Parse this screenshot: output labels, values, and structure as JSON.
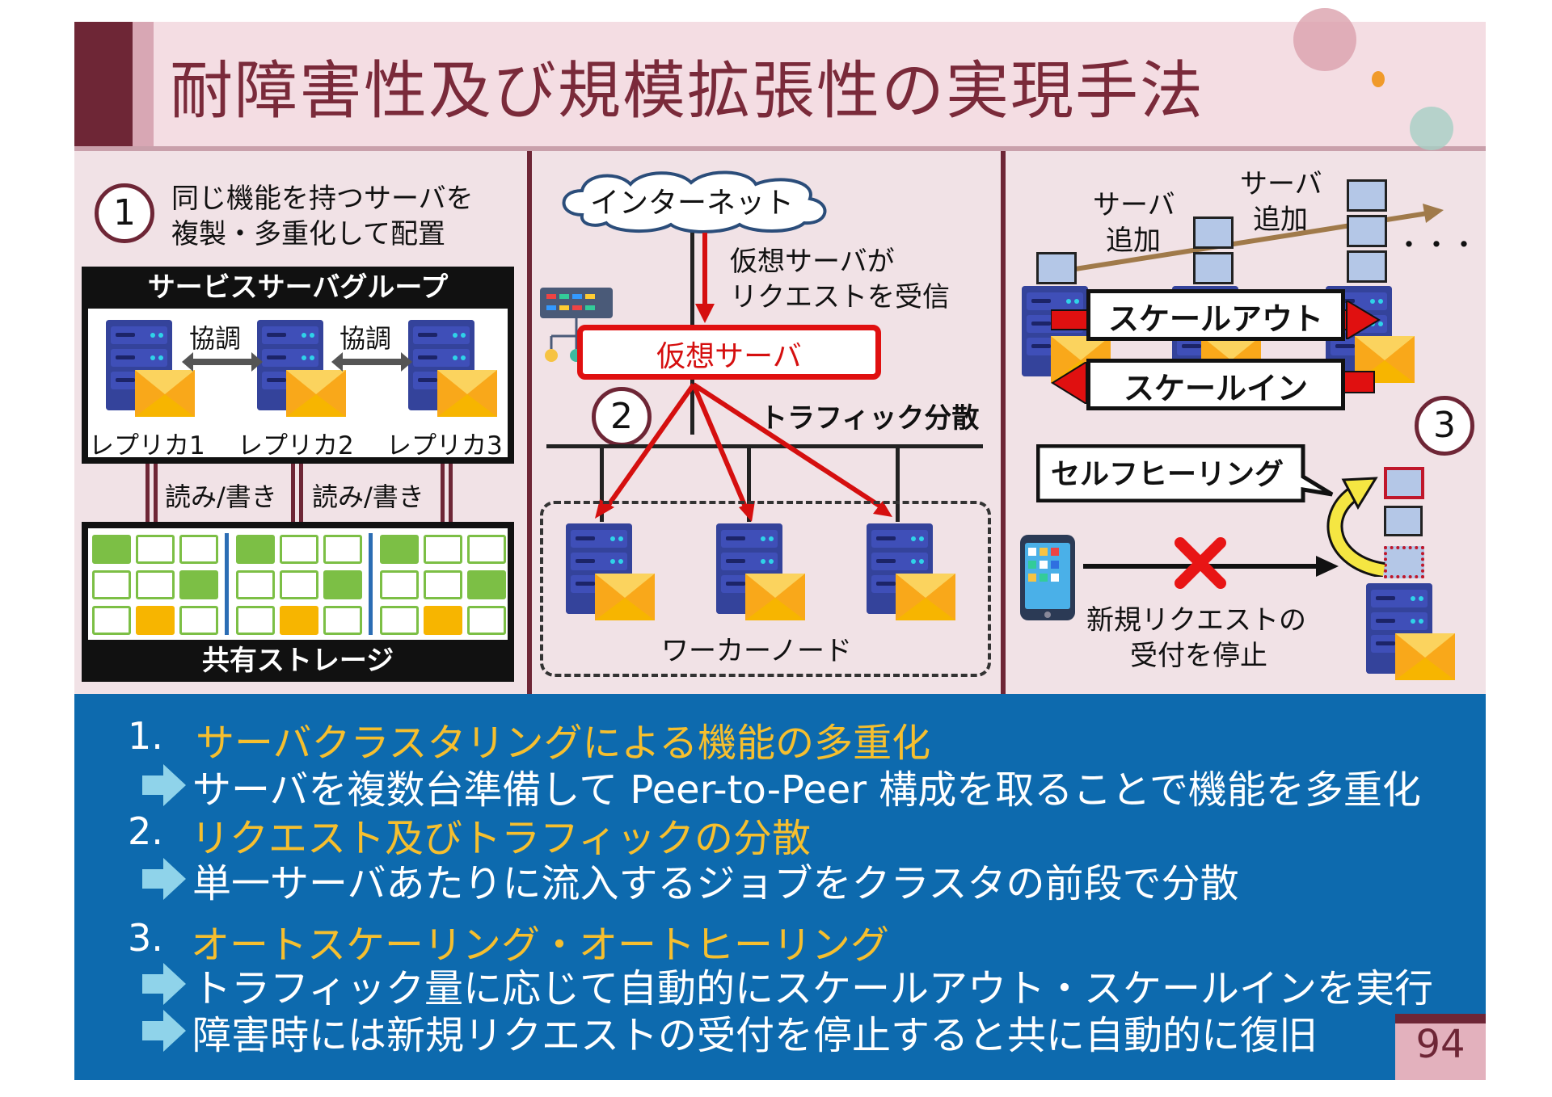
{
  "title": "耐障害性及び規模拡張性の実現手法",
  "page_number": "94",
  "colors": {
    "accent": "#6e2636",
    "panel_blue": "#0d6aae",
    "heading_yellow": "#f6bf2e",
    "red": "#d50f0f"
  },
  "panel1": {
    "number": "1",
    "desc_line1": "同じ機能を持つサーバを",
    "desc_line2": "複製・多重化して配置",
    "group_label": "サービスサーバグループ",
    "coop1": "協調",
    "coop2": "協調",
    "replicas": [
      "レプリカ1",
      "レプリカ2",
      "レプリカ3"
    ],
    "rw1": "読み/書き",
    "rw2": "読み/書き",
    "storage_label": "共有ストレージ"
  },
  "panel2": {
    "number": "2",
    "internet": "インターネット",
    "recv_line1": "仮想サーバが",
    "recv_line2": "リクエストを受信",
    "virtual_server": "仮想サーバ",
    "traffic": "トラフィック分散",
    "worker": "ワーカーノード"
  },
  "panel3": {
    "number": "3",
    "add1_line1": "サーバ",
    "add1_line2": "追加",
    "add2_line1": "サーバ",
    "add2_line2": "追加",
    "ellipsis": "・・・",
    "scale_out": "スケールアウト",
    "scale_in": "スケールイン",
    "self_heal": "セルフヒーリング",
    "stop_line1": "新規リクエストの",
    "stop_line2": "受付を停止"
  },
  "list": [
    {
      "num": "1.",
      "head": "サーバクラスタリングによる機能の多重化",
      "bodies": [
        "サーバを複数台準備して Peer-to-Peer 構成を取ることで機能を多重化"
      ]
    },
    {
      "num": "2.",
      "head": "リクエスト及びトラフィックの分散",
      "bodies": [
        "単一サーバあたりに流入するジョブをクラスタの前段で分散"
      ]
    },
    {
      "num": "3.",
      "head": "オートスケーリング・オートヒーリング",
      "bodies": [
        "トラフィック量に応じて自動的にスケールアウト・スケールインを実行",
        "障害時には新規リクエストの受付を停止すると共に自動的に復旧"
      ]
    }
  ],
  "icons": [
    "server-icon",
    "storage-cell-icon",
    "cloud-icon",
    "network-switch-icon",
    "smartphone-icon",
    "cross-icon",
    "arrow-bullet-icon"
  ]
}
